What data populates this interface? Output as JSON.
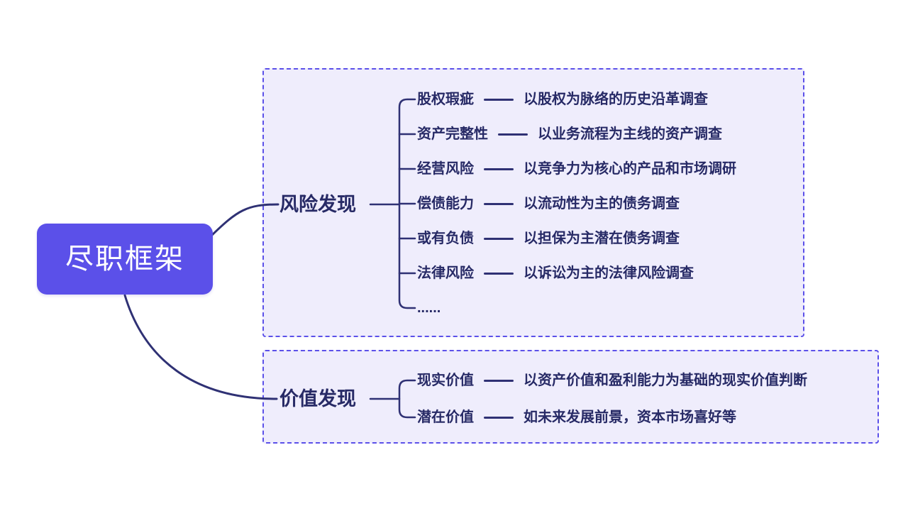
{
  "root": {
    "label": "尽职框架"
  },
  "branches": [
    {
      "label": "风险发现",
      "items": [
        {
          "label": "股权瑕疵",
          "desc": "以股权为脉络的历史沿革调查"
        },
        {
          "label": "资产完整性",
          "desc": "以业务流程为主线的资产调查"
        },
        {
          "label": "经营风险",
          "desc": "以竞争力为核心的产品和市场调研"
        },
        {
          "label": "偿债能力",
          "desc": "以流动性为主的债务调查"
        },
        {
          "label": "或有负债",
          "desc": "以担保为主潜在债务调查"
        },
        {
          "label": "法律风险",
          "desc": "以诉讼为主的法律风险调查"
        },
        {
          "label": "......",
          "desc": ""
        }
      ]
    },
    {
      "label": "价值发现",
      "items": [
        {
          "label": "现实价值",
          "desc": "以资产价值和盈利能力为基础的现实价值判断"
        },
        {
          "label": "潜在价值",
          "desc": "如未来发展前景，资本市场喜好等"
        }
      ]
    }
  ],
  "colors": {
    "accent": "#5b50e9",
    "group_fill": "#efedfc",
    "text": "#272a66",
    "line": "#2f3174",
    "root_text": "#ffffff"
  }
}
